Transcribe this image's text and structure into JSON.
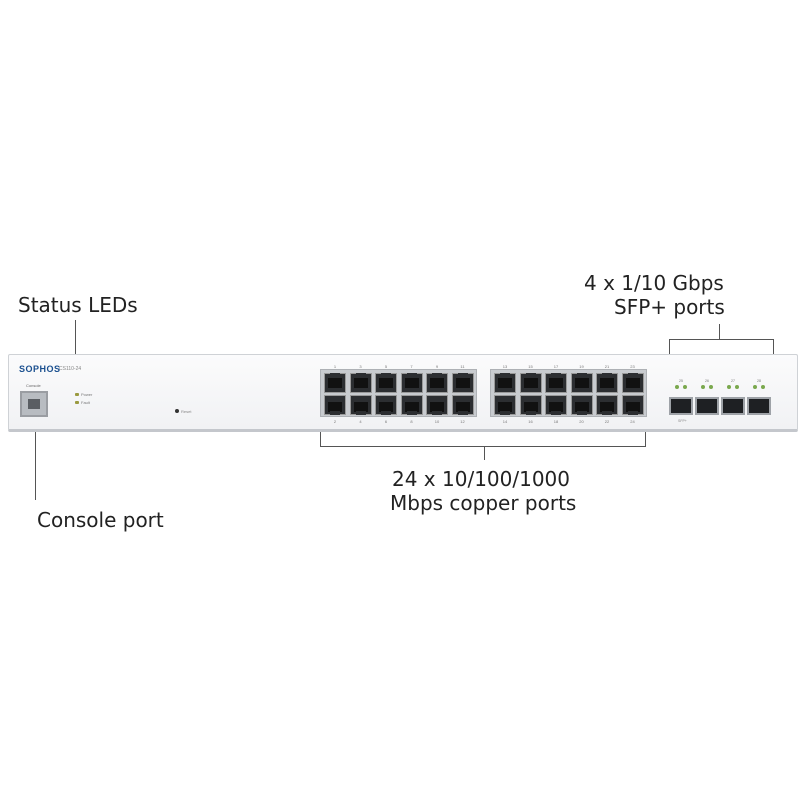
{
  "callouts": {
    "status_leds": "Status LEDs",
    "sfp_line1": "4 x 1/10 Gbps",
    "sfp_line2": "SFP+ ports",
    "copper_line1": "24 x 10/100/1000",
    "copper_line2": "Mbps copper ports",
    "console": "Console port"
  },
  "device": {
    "brand": "SOPHOS",
    "model": "CS110-24",
    "console_label": "Console",
    "leds": [
      {
        "label": "Power",
        "color": "#9a9a40"
      },
      {
        "label": "Fault",
        "color": "#9a9a40"
      }
    ],
    "reset_label": "Reset",
    "ports_top": [
      "1",
      "3",
      "5",
      "7",
      "9",
      "11",
      "13",
      "15",
      "17",
      "19",
      "21",
      "23"
    ],
    "ports_bottom": [
      "2",
      "4",
      "6",
      "8",
      "10",
      "12",
      "14",
      "16",
      "18",
      "20",
      "22",
      "24"
    ],
    "sfp_ports": [
      "25",
      "26",
      "27",
      "28"
    ],
    "sfp_group_label": "SFP+",
    "sfp_led_color": "#7aa84d",
    "brand_color": "#1a4f8f"
  }
}
